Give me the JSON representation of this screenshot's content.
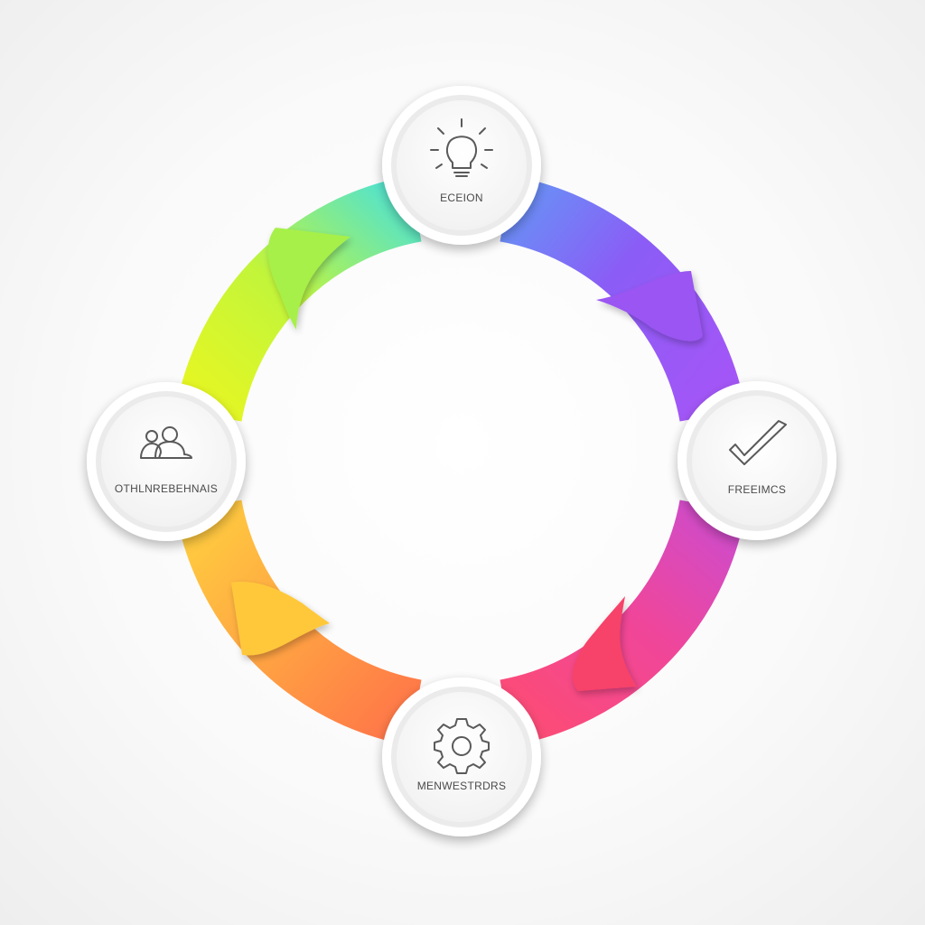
{
  "diagram": {
    "nodes": [
      {
        "id": "top",
        "label": "ECEION",
        "icon": "lightbulb-icon"
      },
      {
        "id": "right",
        "label": "FREEIMCS",
        "icon": "checkmark-icon"
      },
      {
        "id": "bottom",
        "label": "MENWESTRDRS",
        "icon": "gear-icon"
      },
      {
        "id": "left",
        "label": "OTHLNREBEHNAIS",
        "icon": "people-icon"
      }
    ],
    "colors": {
      "top_right_arc": [
        "#58aaf6",
        "#8b5cf6",
        "#a855f7"
      ],
      "right_bottom_arc": [
        "#c04ee0",
        "#f0469a",
        "#ff4d6d"
      ],
      "bottom_left_arc": [
        "#ff6a4a",
        "#ff9f43",
        "#ffd23f"
      ],
      "left_top_arc": [
        "#f0f71c",
        "#c2f53a",
        "#3fe0e8"
      ],
      "node_fill": "#f2f2f2",
      "node_ring": "#ffffff"
    }
  }
}
